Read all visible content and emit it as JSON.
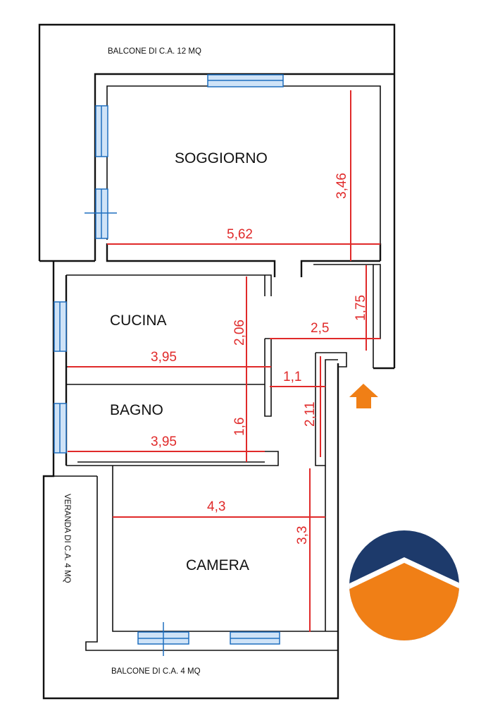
{
  "rooms": {
    "soggiorno": "SOGGIORNO",
    "cucina": "CUCINA",
    "bagno": "BAGNO",
    "camera": "CAMERA"
  },
  "outdoor": {
    "balcone_top": "BALCONE DI C.A. 12 MQ",
    "balcone_bottom": "BALCONE DI C.A. 4 MQ",
    "veranda": "VERANDA  DI C.A. 4 MQ"
  },
  "dimensions": {
    "soggiorno_width": "5,62",
    "soggiorno_depth": "3,46",
    "corridor_depth": "1,75",
    "corridor_width": "2,5",
    "cucina_width": "3,95",
    "cucina_depth": "2,06",
    "hall_width": "1,1",
    "hall_depth": "2,11",
    "bagno_width": "3,95",
    "bagno_depth": "1,6",
    "camera_width": "4,3",
    "camera_depth": "3,3"
  },
  "colors": {
    "wall": "#111111",
    "dimension": "#e02a2a",
    "window": "#1f6fbf",
    "entrance_arrow": "#f07f16",
    "logo_top": "#1d3a6b",
    "logo_bottom": "#f07f16"
  },
  "icons": {
    "entrance": "entrance-arrow-icon",
    "logo": "agency-logo-icon"
  }
}
